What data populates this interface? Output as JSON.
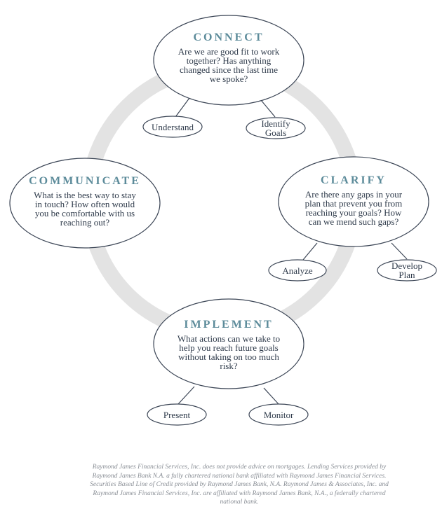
{
  "colors": {
    "ring": "#e3e3e3",
    "outline": "#3c4656",
    "title": "#5c8b9a",
    "text": "#2e3a4a",
    "disclaimer": "#8a8f96"
  },
  "stages": {
    "connect": {
      "title": "CONNECT",
      "line1": "Are we are good fit to work",
      "line2": "together? Has anything",
      "line3": "changed since the last time",
      "line4": "we spoke?"
    },
    "clarify": {
      "title": "CLARIFY",
      "line1": "Are there any gaps in your",
      "line2": "plan that prevent you from",
      "line3": "reaching your goals? How",
      "line4": "can we mend such gaps?"
    },
    "implement": {
      "title": "IMPLEMENT",
      "line1": "What actions can we take to",
      "line2": "help you reach future goals",
      "line3": "without taking on too much",
      "line4": "risk?"
    },
    "communicate": {
      "title": "COMMUNICATE",
      "line1": "What is the best way to stay",
      "line2": "in touch? How often would",
      "line3": "you be comfortable with us",
      "line4": "reaching out?"
    }
  },
  "steps": {
    "understand": "Understand",
    "identify_goals_1": "Identify",
    "identify_goals_2": "Goals",
    "analyze": "Analyze",
    "develop_plan_1": "Develop",
    "develop_plan_2": "Plan",
    "present": "Present",
    "monitor": "Monitor"
  },
  "disclaimer": {
    "line1": "Raymond James Financial Services, Inc. does not provide advice on mortgages. Lending Services provided by",
    "line2": "Raymond James Bank N.A. a fully chartered national bank affiliated with Raymond James Financial Services.",
    "line3": "Securities Based Line of Credit provided by Raymond James Bank, N.A. Raymond James & Associates, Inc. and",
    "line4": "Raymond James Financial Services, Inc. are affiliated with Raymond James Bank, N.A., a federally chartered",
    "line5": "national bank."
  }
}
